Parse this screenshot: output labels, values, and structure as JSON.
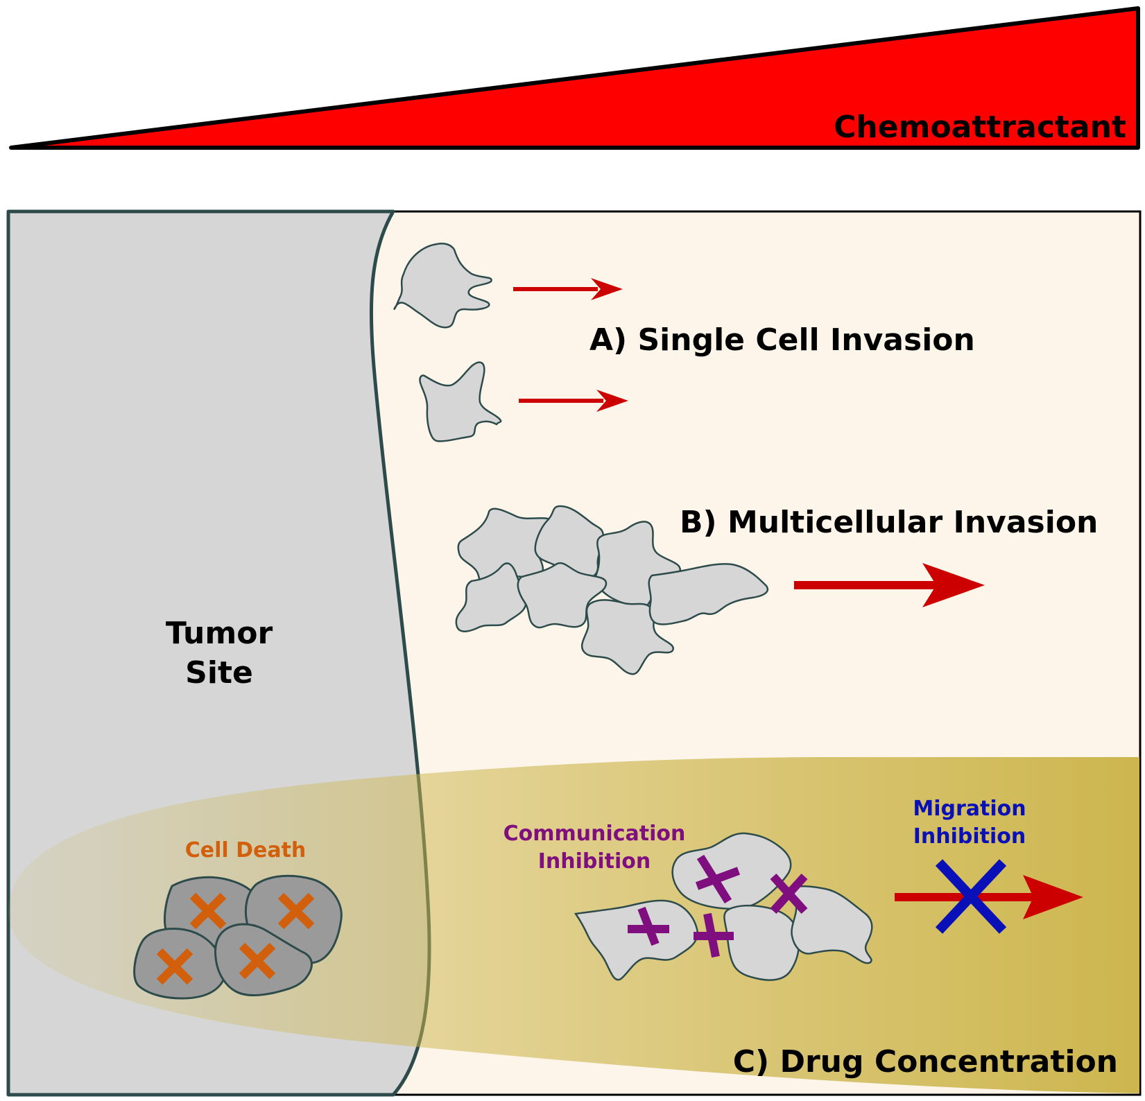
{
  "gradient": {
    "label": "Chemoattractant",
    "color": "#ff0000"
  },
  "tumor": {
    "line1": "Tumor",
    "line2": "Site",
    "color": "#d6d6d6",
    "border_color": "#2d4b4b"
  },
  "tissue_color": "#fdf5e9",
  "single_cell": {
    "label": "A) Single Cell Invasion"
  },
  "multicellular": {
    "label": "B) Multicellular Invasion"
  },
  "drug": {
    "label": "C) Drug Concentration",
    "color": "#cdb64e"
  },
  "cell_death": {
    "label": "Cell Death",
    "color": "#d15f0c"
  },
  "communication": {
    "line1": "Communication",
    "line2": "Inhibition",
    "color": "#7f0f7f"
  },
  "migration": {
    "line1": "Migration",
    "line2": "Inhibition",
    "color": "#0a10b8"
  },
  "arrow_color": "#cc0000",
  "cell_fill": "#d6d6d6",
  "dead_cell_fill": "#9a9a9a"
}
